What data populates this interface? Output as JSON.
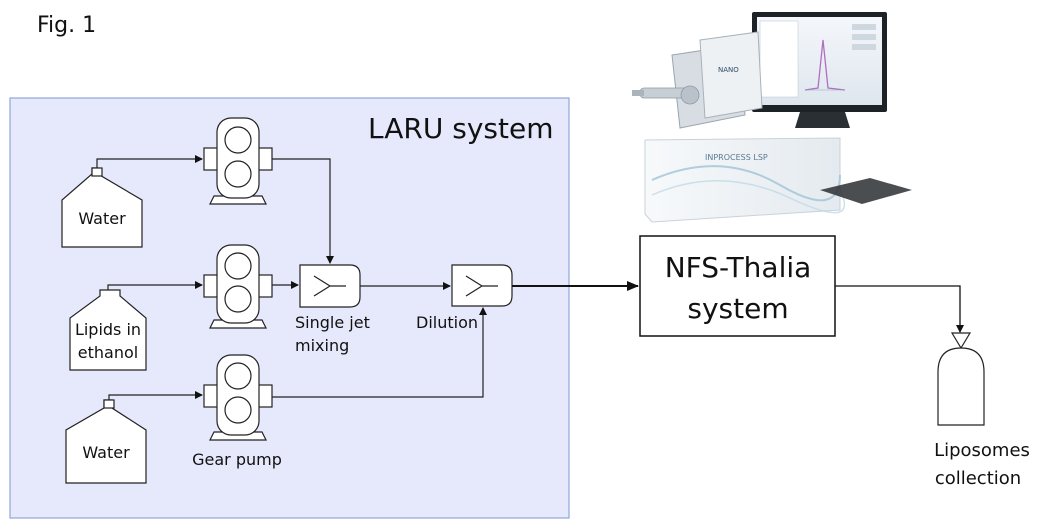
{
  "figure": {
    "label": "Fig. 1"
  },
  "laru": {
    "title": "LARU system",
    "bg_color": "#e6e9fb",
    "border_color": "#8fa7d4"
  },
  "sources": {
    "water_top": "Water",
    "lipids_line1": "Lipids in",
    "lipids_line2": "ethanol",
    "water_bottom": "Water"
  },
  "mixers": {
    "single_jet_line1": "Single jet",
    "single_jet_line2": "mixing",
    "dilution": "Dilution"
  },
  "pumps": {
    "gear_pump": "Gear pump"
  },
  "nfs": {
    "line1": "NFS-Thalia",
    "line2": "system"
  },
  "collection": {
    "line1": "Liposomes",
    "line2": "collection"
  },
  "device_photo": {
    "brand_text": "INPROCESS LSP",
    "screen_brand": "NANO"
  }
}
